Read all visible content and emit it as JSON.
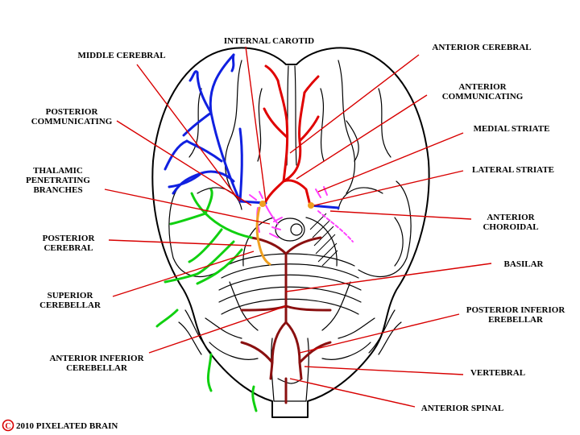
{
  "labels": {
    "internal_carotid": "INTERNAL CAROTID",
    "middle_cerebral": "MIDDLE CEREBRAL",
    "anterior_cerebral": "ANTERIOR CEREBRAL",
    "anterior_communicating": [
      "ANTERIOR",
      "COMMUNICATING"
    ],
    "posterior_communicating": [
      "POSTERIOR",
      "COMMUNICATING"
    ],
    "medial_striate": "MEDIAL STRIATE",
    "thalamic_penetrating": [
      "THALAMIC",
      "PENETRATING",
      "BRANCHES"
    ],
    "lateral_striate": "LATERAL STRIATE",
    "anterior_choroidal": [
      "ANTERIOR",
      "CHOROIDAL"
    ],
    "posterior_cerebral": [
      "POSTERIOR",
      "CEREBRAL"
    ],
    "basilar": "BASILAR",
    "superior_cerebellar": [
      "SUPERIOR",
      "CEREBELLAR"
    ],
    "posterior_inferior": [
      "POSTERIOR INFERIOR",
      "EREBELLAR"
    ],
    "anterior_inferior": [
      "ANTERIOR INFERIOR",
      "CEREBELLAR"
    ],
    "vertebral": "VERTEBRAL",
    "anterior_spinal": "ANTERIOR SPINAL"
  },
  "copyright": {
    "symbol": "C",
    "text": "2010  PIXELATED BRAIN"
  },
  "colors": {
    "leader_lines": "#d80000",
    "carotid_system": "#e00000",
    "vertebrobasilar": "#8a1010",
    "middle_cerebral_branches": "#1020e0",
    "posterior_cerebral_branches": "#10d010",
    "perforating_branches": "#ff40ff",
    "choroidal": "#f0a020"
  }
}
